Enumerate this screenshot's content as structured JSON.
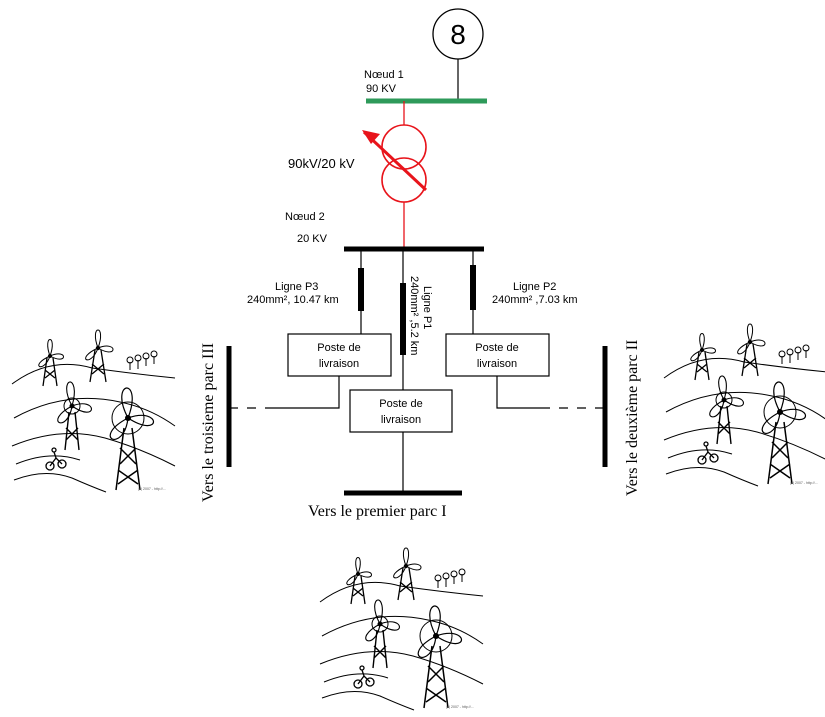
{
  "colors": {
    "line": "#000000",
    "busbar_hv": "#2e9a5a",
    "transformer": "#e8141b",
    "background": "#ffffff"
  },
  "generator": {
    "symbol": "8",
    "icon": "generator-icon"
  },
  "node1": {
    "name": "Nœud 1",
    "voltage": "90 KV"
  },
  "transformer": {
    "label": "90kV/20 kV",
    "icon": "transformer-icon"
  },
  "node2": {
    "name": "Nœud 2",
    "voltage": "20 KV"
  },
  "lines": {
    "p3": {
      "name": "Ligne P3",
      "spec": "240mm², 10.47 km"
    },
    "p1": {
      "name": "Ligne P1",
      "spec": "240mm² ,5.2 km"
    },
    "p2": {
      "name": "Ligne P2",
      "spec": "240mm² ,7.03 km"
    }
  },
  "postes": {
    "left": [
      "Poste de",
      "livraison"
    ],
    "center": [
      "Poste de",
      "livraison"
    ],
    "right": [
      "Poste de",
      "livraison"
    ]
  },
  "parcs": {
    "first": "Vers le premier parc I",
    "second": "Vers le deuxième parc II",
    "third": "Vers le troisieme parc III"
  },
  "wind_farm_icon": "wind-farm-sketch-icon"
}
